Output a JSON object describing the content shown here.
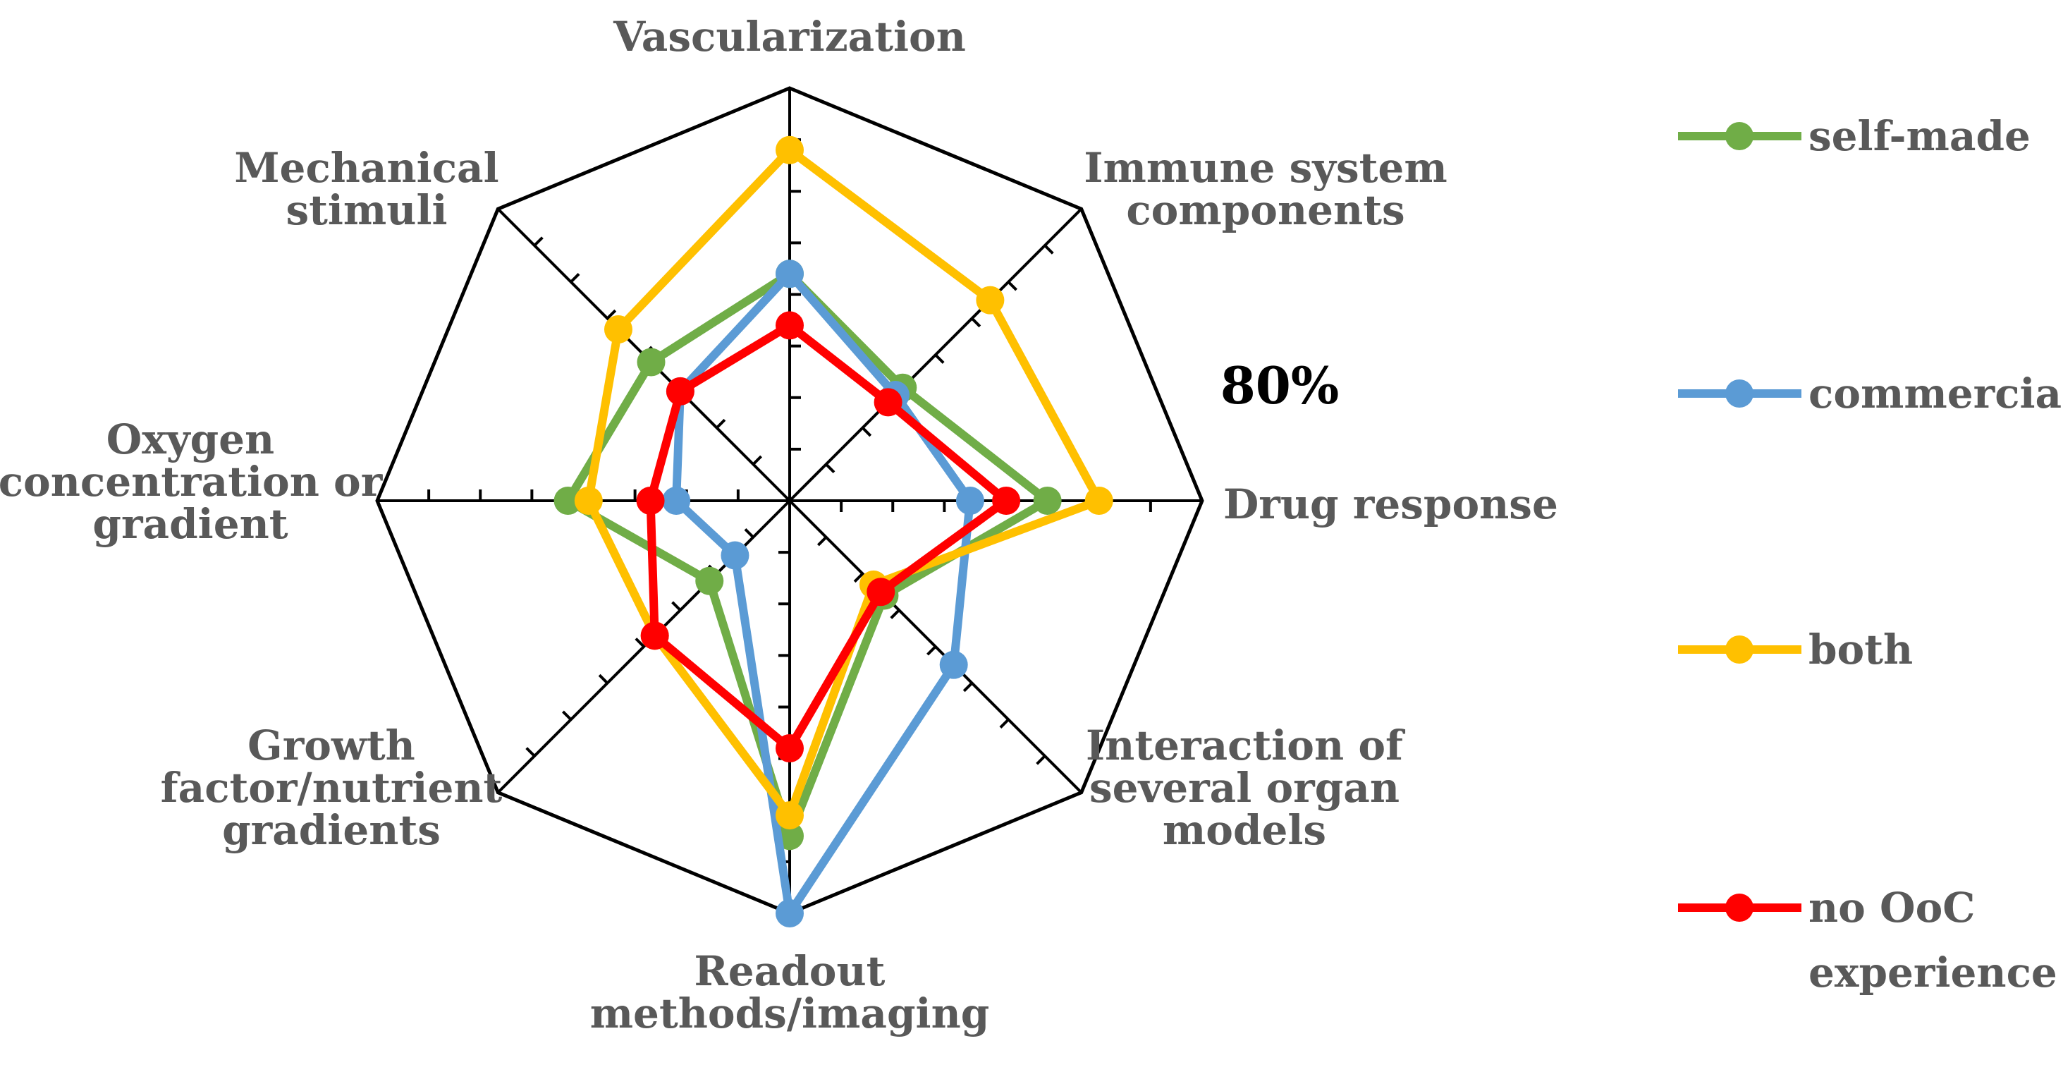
{
  "chart_data": {
    "type": "radar",
    "scale_max_label": "80%",
    "rmax": 80,
    "ticks": 8,
    "categories": [
      "Vascularization",
      "Immune system components",
      "Drug response",
      "Interaction of several organ models",
      "Readout methods/imaging",
      "Growth factor/nutrient gradients",
      "Oxygen concentration or gradient",
      "Mechanical stimuli"
    ],
    "category_lines": [
      [
        "Vascularization"
      ],
      [
        "Immune system",
        "components"
      ],
      [
        "Drug response"
      ],
      [
        "Interaction of",
        "several organ",
        "models"
      ],
      [
        "Readout",
        "methods/imaging"
      ],
      [
        "Growth",
        "factor/nutrient",
        "gradients"
      ],
      [
        "Oxygen",
        "concentration or",
        "gradient"
      ],
      [
        "Mechanical",
        "stimuli"
      ]
    ],
    "series": [
      {
        "name": "self-made",
        "legend_lines": [
          "self-made"
        ],
        "color": "#70AD47",
        "values": [
          44,
          31,
          50,
          26,
          65,
          22,
          43,
          38
        ]
      },
      {
        "name": "commercial",
        "legend_lines": [
          "commercial"
        ],
        "color": "#5B9BD5",
        "values": [
          44,
          29,
          35,
          45,
          80,
          15,
          22,
          30
        ]
      },
      {
        "name": "both",
        "legend_lines": [
          "both"
        ],
        "color": "#FFC000",
        "values": [
          68,
          55,
          60,
          23,
          61,
          37,
          39,
          47
        ]
      },
      {
        "name": "no OoC experience",
        "legend_lines": [
          "no OoC",
          "experience"
        ],
        "color": "#FF0000",
        "values": [
          34,
          27,
          42,
          25,
          48,
          37,
          27,
          30
        ]
      }
    ]
  }
}
